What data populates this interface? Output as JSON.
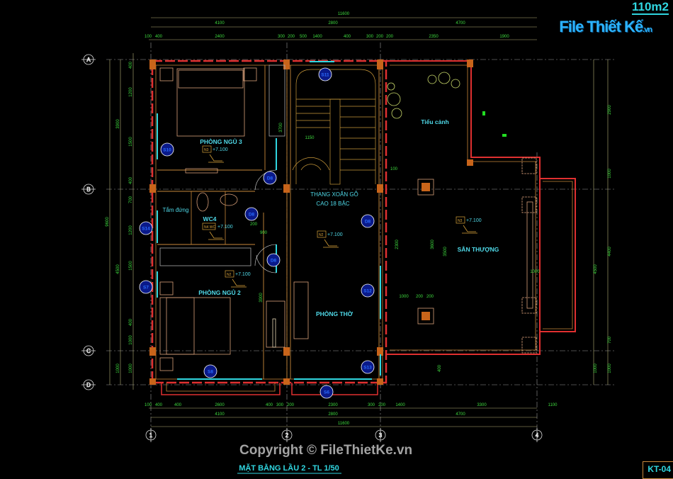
{
  "drawing": {
    "title": "MẶT BẰNG LẦU 2 - TL 1/50",
    "sheet_code": "KT-04",
    "area_label": "110m2",
    "logo_text": "File Thiết Kế",
    "logo_suffix": ".vn",
    "watermark": "Copyright © FileThietKe.vn",
    "colors": {
      "background": "#000000",
      "wall": "#e03030",
      "column": "#c8641a",
      "window": "#30d6e0",
      "dimension": "#3fdc3f",
      "furniture": "#d9a07a",
      "text": "#4fd9e8"
    }
  },
  "axes": {
    "rows": [
      "A",
      "B",
      "C",
      "D"
    ],
    "columns": [
      "1",
      "2",
      "3",
      "4"
    ]
  },
  "rooms": {
    "bedroom3": "PHÒNG NGỦ 3",
    "wc4": "WC4",
    "shower": "Tắm đứng",
    "stair_1": "THANG XOẮN GỖ",
    "stair_2": "CAO 18 BẬC",
    "altar_room": "PHÒNG THỜ",
    "bedroom2": "PHÒNG NGỦ 2",
    "terrace": "SÂN THƯỢNG",
    "garden": "Tiểu cảnh"
  },
  "elevations": [
    {
      "code": "N3",
      "value": "+7.100"
    },
    {
      "code": "N4 WC",
      "value": "+7.100"
    },
    {
      "code": "N2",
      "value": "+7.100"
    },
    {
      "code": "N2",
      "value": "+7.100"
    },
    {
      "code": "N3",
      "value": "+7.100"
    }
  ],
  "tags": [
    "S10",
    "S11",
    "D8",
    "D8",
    "D8",
    "D8",
    "S14",
    "S7",
    "S8",
    "S6",
    "S12",
    "S13"
  ],
  "dimensions": {
    "top_total": "11600",
    "top_bays": [
      "4100",
      "2800",
      "4700"
    ],
    "top_detail": [
      "100",
      "400",
      "2400",
      "300",
      "200",
      "500",
      "1400",
      "400",
      "300",
      "200",
      "200",
      "2350",
      "1900"
    ],
    "bottom_detail": [
      "100",
      "400",
      "400",
      "2600",
      "400",
      "300",
      "200",
      "2300",
      "300",
      "200",
      "1400",
      "3300",
      "1100"
    ],
    "bottom_bays": [
      "4100",
      "2800",
      "4700"
    ],
    "bottom_total": "11600",
    "left_detail": [
      "400",
      "1200",
      "1500",
      "400",
      "700",
      "1200",
      "1500",
      "400",
      "1000",
      "1000"
    ],
    "left_bays": [
      "3900",
      "4500",
      "1000"
    ],
    "left_total": "9600",
    "right_detail": [
      "2900",
      "1000",
      "4400",
      "700",
      "1000"
    ],
    "right_bays": [
      "4500",
      "1000"
    ],
    "interior": [
      "1150",
      "3700",
      "3900",
      "900",
      "200",
      "2300",
      "3500",
      "3600",
      "1000",
      "200",
      "200",
      "1000",
      "400",
      "100"
    ]
  }
}
